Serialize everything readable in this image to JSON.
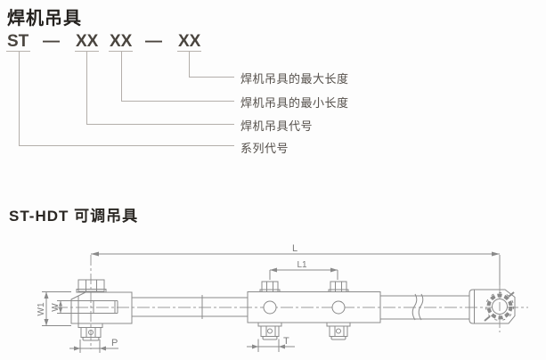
{
  "header": {
    "title": "焊机吊具"
  },
  "model_code": {
    "parts": [
      "ST",
      "—",
      "XX",
      "XX",
      "—",
      "XX"
    ],
    "labels": [
      "焊机吊具的最大长度",
      "焊机吊具的最小长度",
      "焊机吊具代号",
      "系列代号"
    ]
  },
  "section": {
    "title": "ST-HDT 可调吊具"
  },
  "drawing": {
    "dimensions": {
      "overall_length": "L",
      "adjust_length": "L1",
      "jaw_width": "W",
      "body_width": "W1",
      "pin_width": "P",
      "nut_width": "T"
    }
  },
  "colors": {
    "drawing_line": "#8a8a8a",
    "leader_line": "#b3aeaa",
    "title_text": "#24211e",
    "label_text": "#55504b",
    "dim_text": "#7c7c7c"
  }
}
